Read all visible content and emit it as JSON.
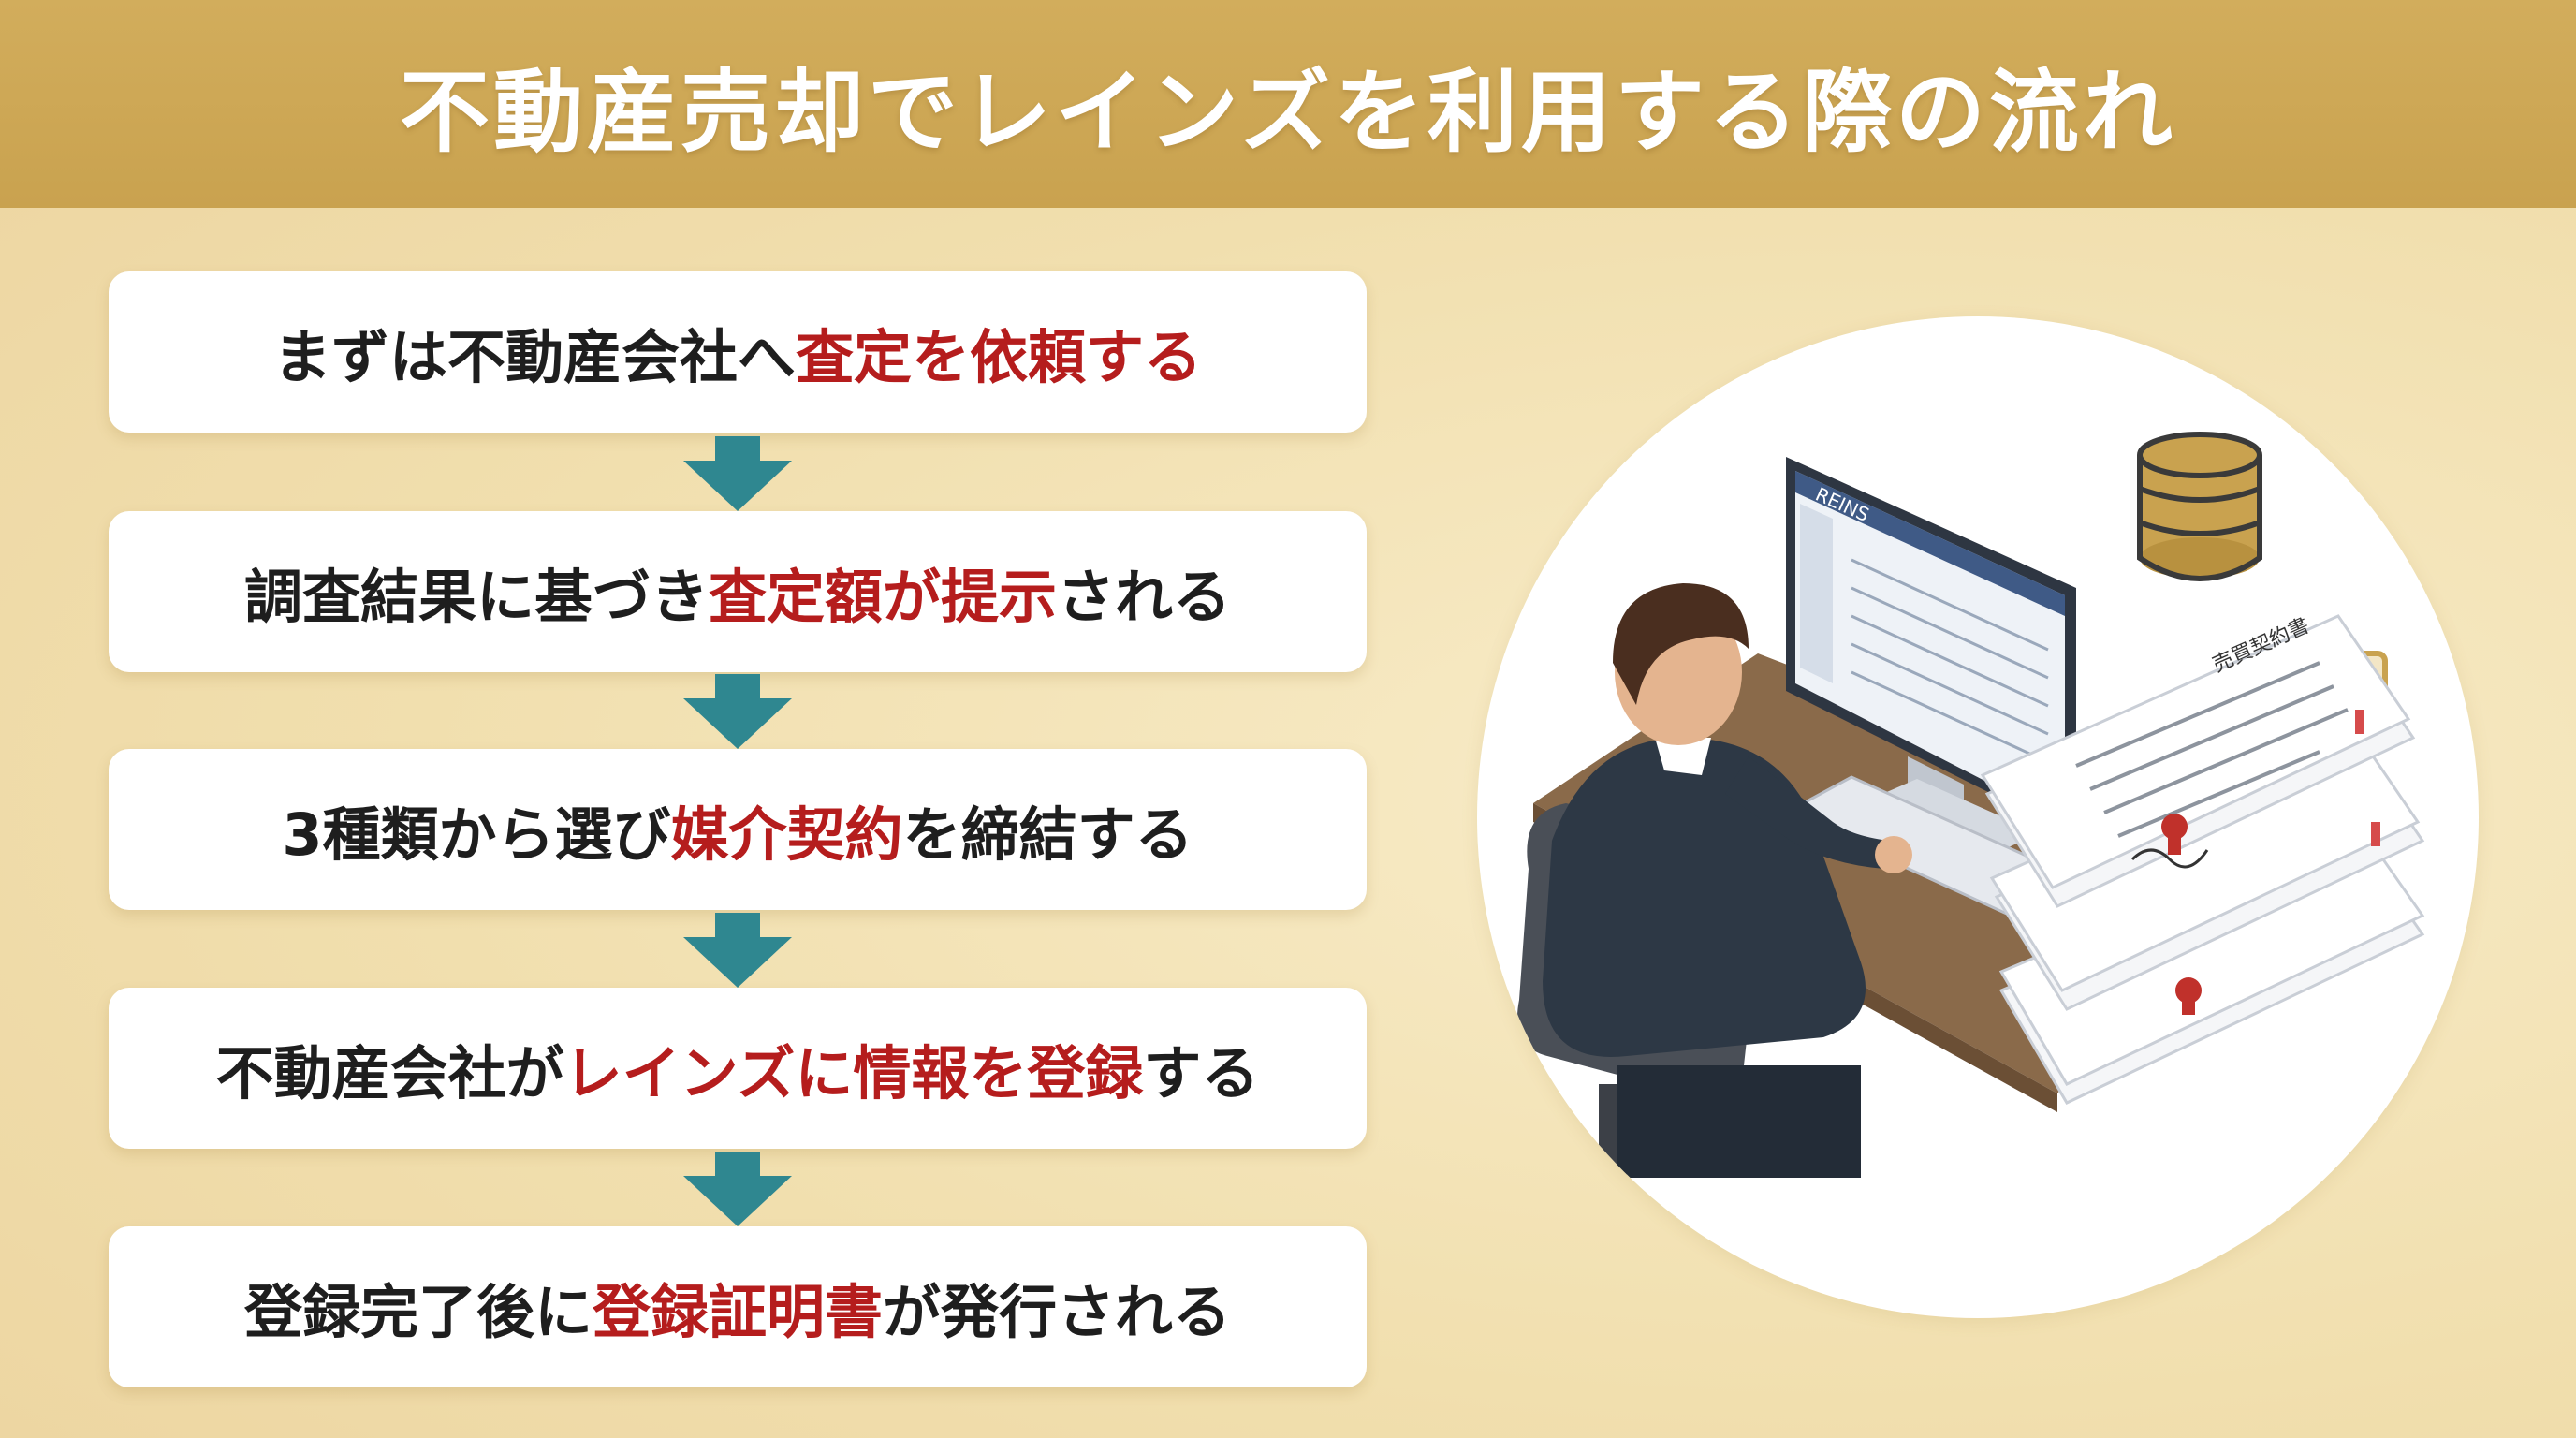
{
  "title": "不動産売却でレインズを利用する際の流れ",
  "steps": [
    {
      "parts": [
        {
          "text": "まずは不動産会社へ",
          "hl": false
        },
        {
          "text": "査定を依頼する",
          "hl": true
        }
      ]
    },
    {
      "parts": [
        {
          "text": "調査結果に基づき",
          "hl": false
        },
        {
          "text": "査定額が提示",
          "hl": true
        },
        {
          "text": "される",
          "hl": false
        }
      ]
    },
    {
      "parts": [
        {
          "text": "3種類から選び",
          "hl": false
        },
        {
          "text": "媒介契約",
          "hl": true
        },
        {
          "text": "を締結する",
          "hl": false
        }
      ]
    },
    {
      "parts": [
        {
          "text": "不動産会社が",
          "hl": false
        },
        {
          "text": "レインズに情報を登録",
          "hl": true
        },
        {
          "text": "する",
          "hl": false
        }
      ]
    },
    {
      "parts": [
        {
          "text": "登録完了後に",
          "hl": false
        },
        {
          "text": "登録証明書",
          "hl": true
        },
        {
          "text": "が発行される",
          "hl": false
        }
      ]
    }
  ],
  "illustration": {
    "screen_logo": "REINS",
    "document_title": "売買契約書"
  },
  "colors": {
    "header": "#c9a24f",
    "highlight": "#b51d1d",
    "arrow": "#2f8790",
    "background": "#f1dfae"
  }
}
